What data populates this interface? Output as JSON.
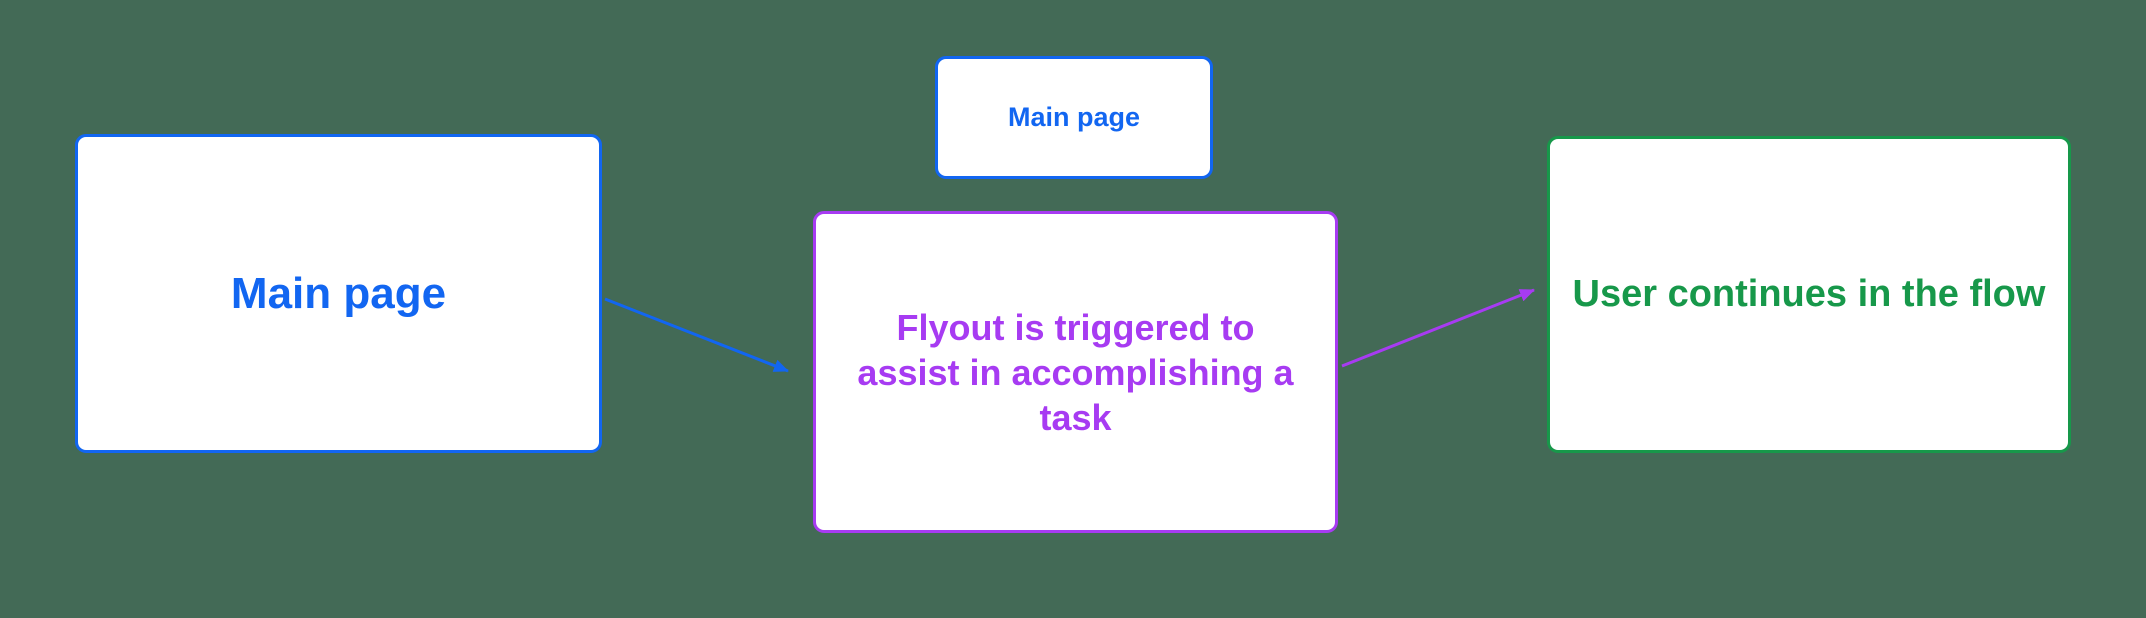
{
  "colors": {
    "background": "#436A56",
    "box_bg": "#FFFFFF",
    "blue": "#1266F1",
    "purple": "#A73BF2",
    "green": "#17984A"
  },
  "diagram": {
    "nodes": {
      "main_page": {
        "label": "Main page",
        "color": "#1266F1"
      },
      "main_page_small": {
        "label": "Main page",
        "color": "#1266F1"
      },
      "flyout": {
        "label": "Flyout is triggered to assist in accomplishing a task",
        "color": "#A73BF2"
      },
      "user_continues": {
        "label": "User continues in the flow",
        "color": "#17984A"
      }
    },
    "edges": [
      {
        "from": "main_page",
        "to": "flyout",
        "color": "#1266F1"
      },
      {
        "from": "flyout",
        "to": "user_continues",
        "color": "#A73BF2"
      }
    ]
  }
}
